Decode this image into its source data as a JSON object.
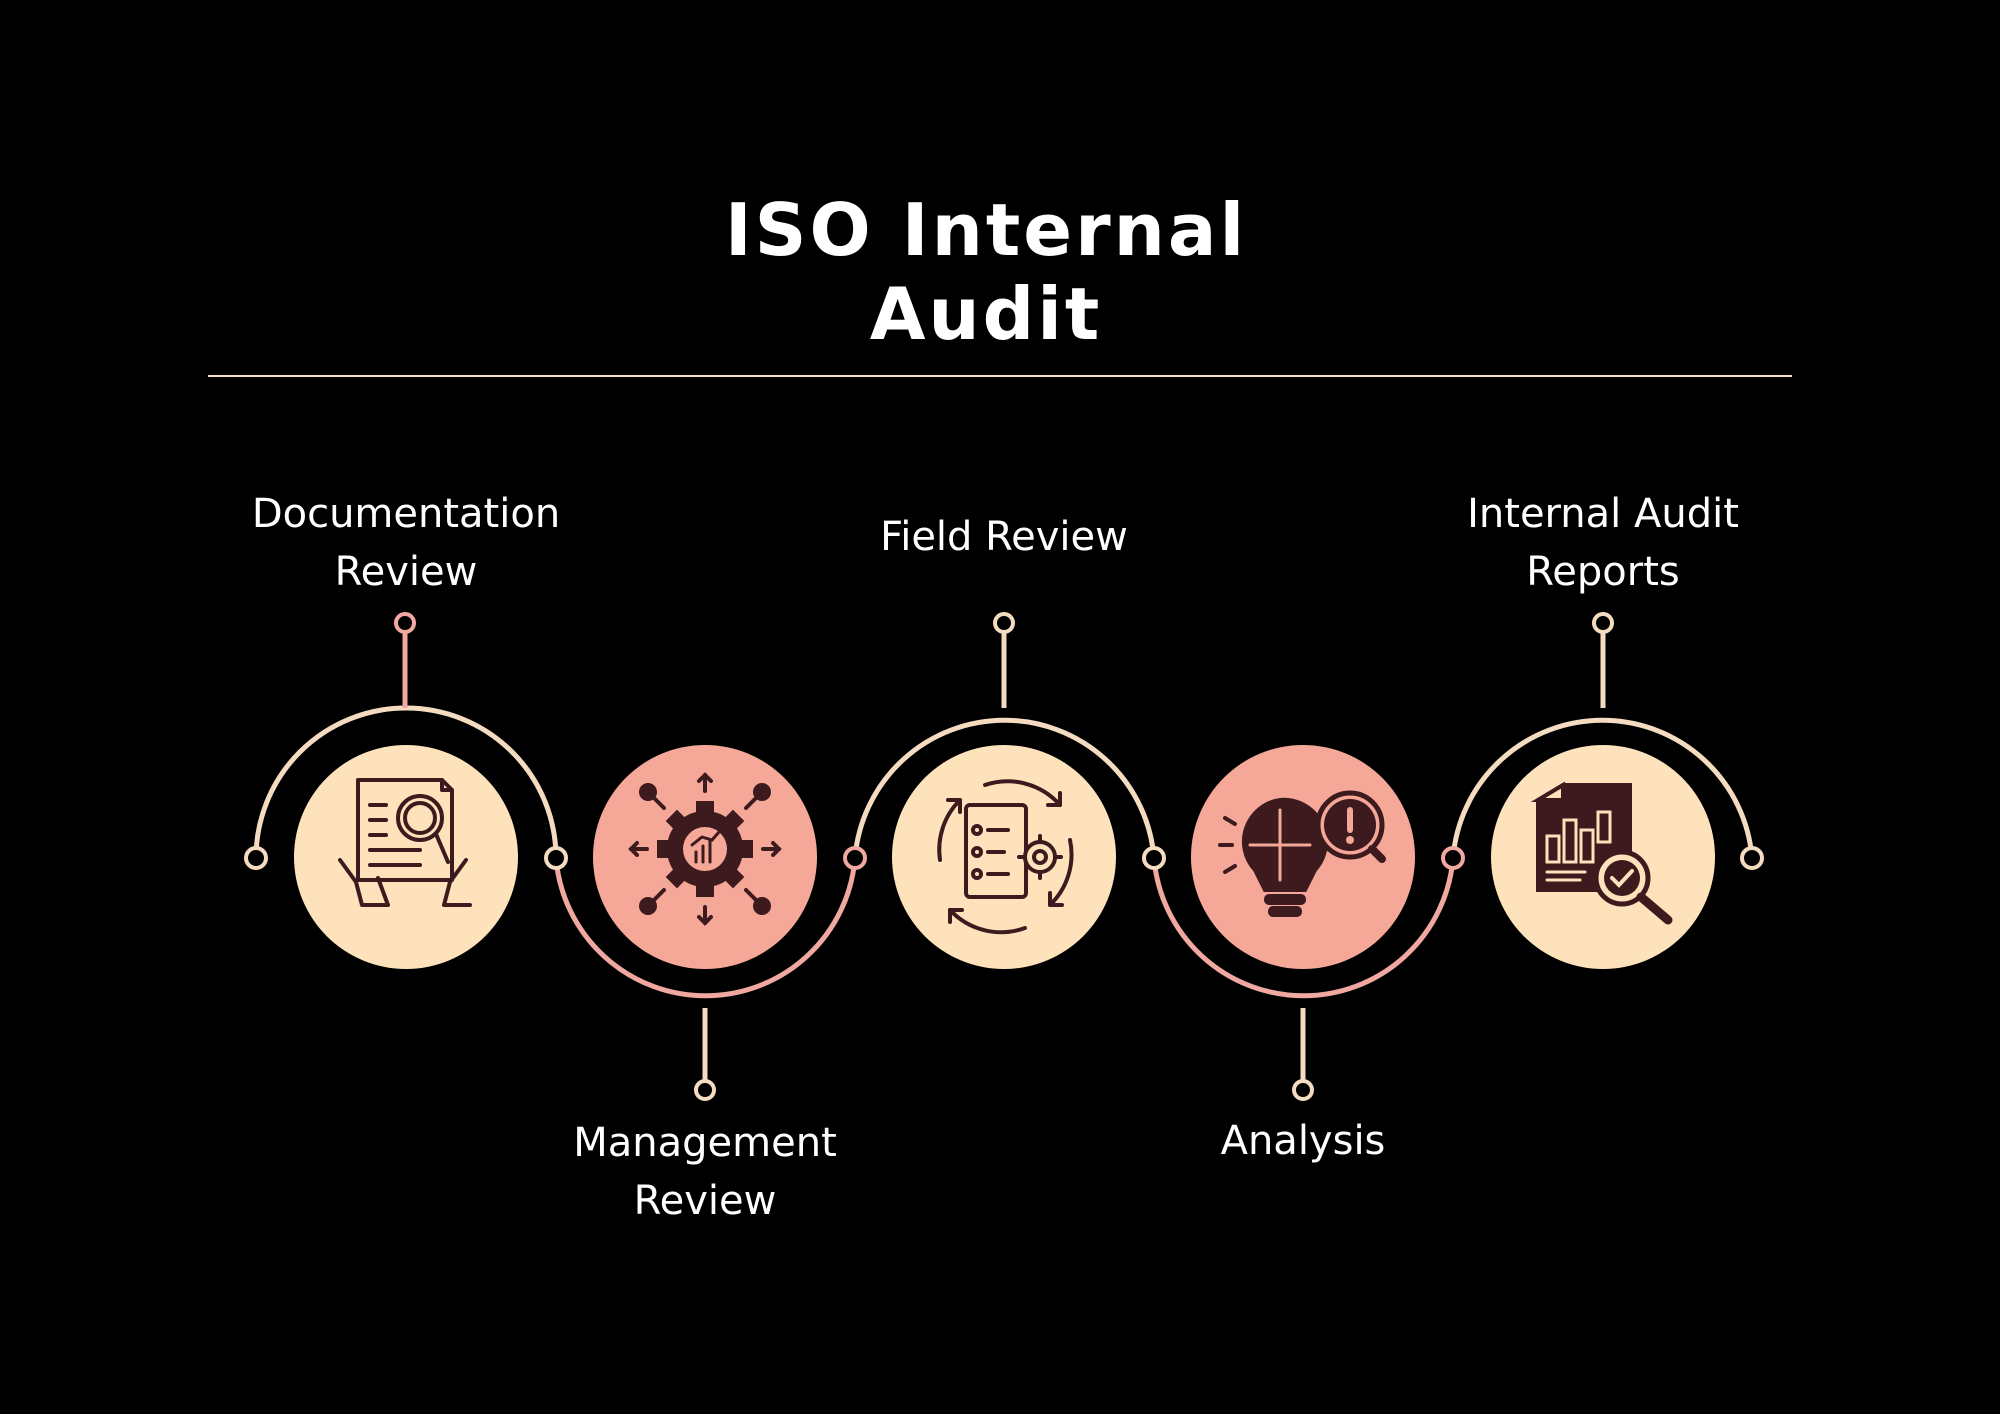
{
  "title": {
    "line1": "ISO Internal",
    "line2": "Audit"
  },
  "colors": {
    "background": "#000000",
    "cream": "#fde2bb",
    "salmon": "#f5a898",
    "track": "#f5dcc0",
    "pink_track": "#f0a8a0",
    "icon": "#3d1a1e",
    "text": "#ffffff"
  },
  "steps": [
    {
      "label_line1": "Documentation",
      "label_line2": "Review",
      "icon": "document-magnifier-icon",
      "fill": "cream",
      "label_position": "top"
    },
    {
      "label_line1": "Management",
      "label_line2": "Review",
      "icon": "gear-chart-network-icon",
      "fill": "salmon",
      "label_position": "bottom"
    },
    {
      "label_line1": "Field Review",
      "label_line2": "",
      "icon": "checklist-cycle-gear-icon",
      "fill": "cream",
      "label_position": "top"
    },
    {
      "label_line1": "Analysis",
      "label_line2": "",
      "icon": "bulb-puzzle-alert-icon",
      "fill": "salmon",
      "label_position": "bottom"
    },
    {
      "label_line1": "Internal Audit",
      "label_line2": "Reports",
      "icon": "report-chart-check-icon",
      "fill": "cream",
      "label_position": "top"
    }
  ]
}
